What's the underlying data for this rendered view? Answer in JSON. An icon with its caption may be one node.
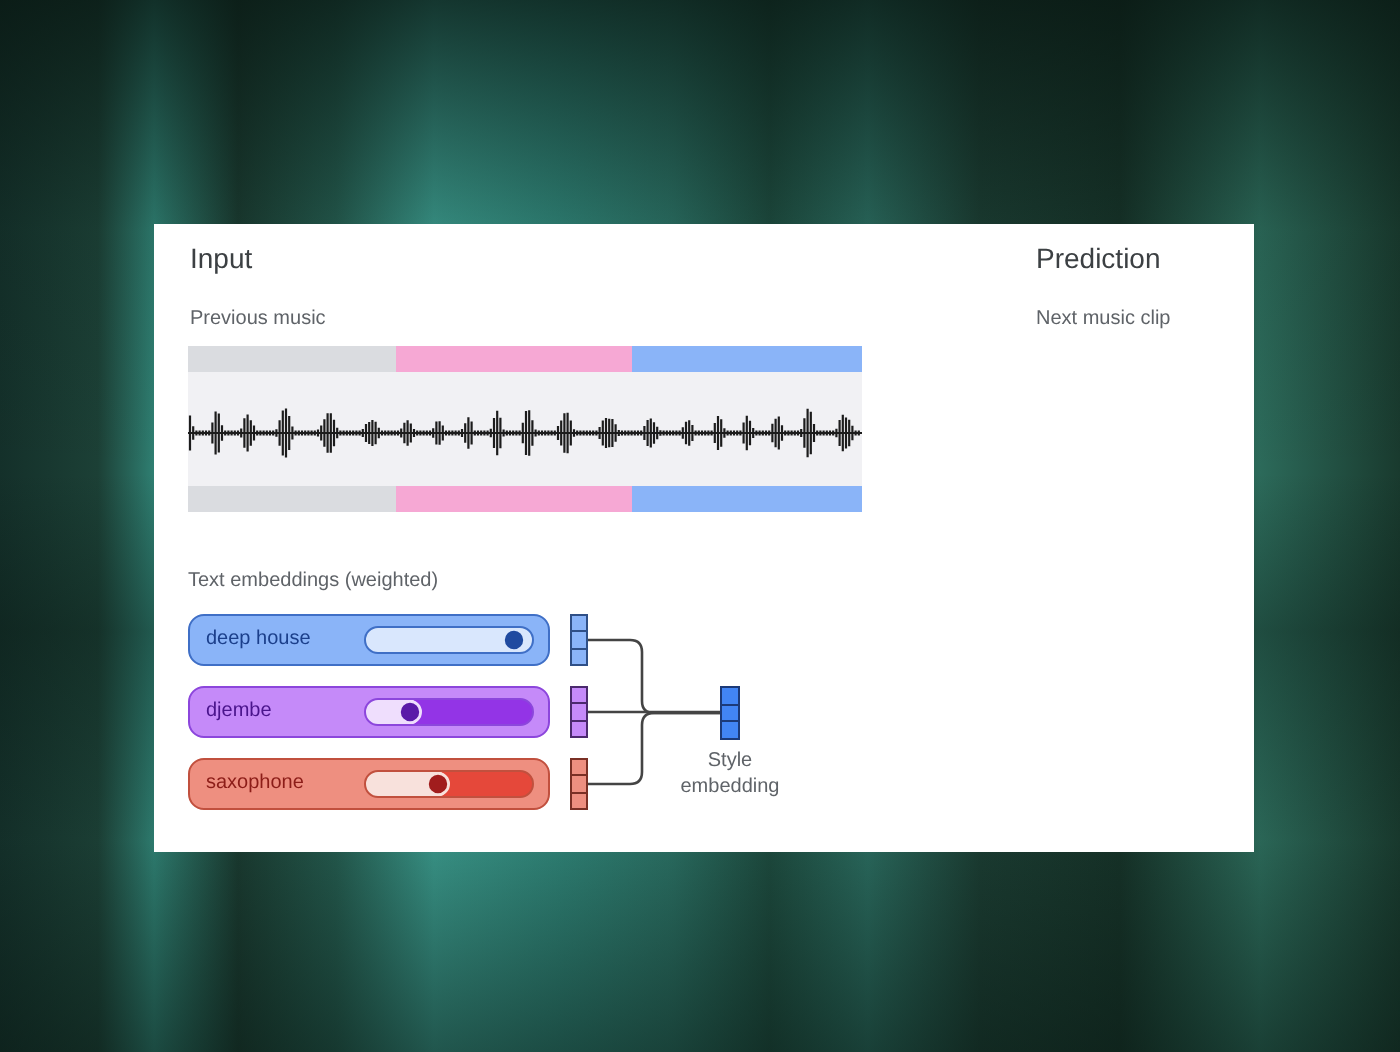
{
  "diagram": {
    "nodes": [
      {
        "text": [
          "deep house"
        ]
      },
      {
        "text": [
          "djembe"
        ]
      },
      {
        "text": [
          "saxophone"
        ]
      },
      {
        "text": [],
        "shape": "bar"
      },
      {
        "text": [],
        "shape": "bar"
      },
      {
        "text": [],
        "shape": "bar"
      },
      {
        "text": [],
        "shape": "bar",
        "beside": [
          "Style embedding"
        ]
      }
    ],
    "edges": [
      {
        "from": 3,
        "to": 6,
        "arrow": "none"
      },
      {
        "from": 4,
        "to": 6,
        "arrow": "none"
      },
      {
        "from": 5,
        "to": 6,
        "arrow": "none"
      }
    ],
    "labels": [
      "Input",
      "Prediction",
      "Previous music",
      "Next music clip",
      "Text embeddings (weighted)"
    ]
  }
}
